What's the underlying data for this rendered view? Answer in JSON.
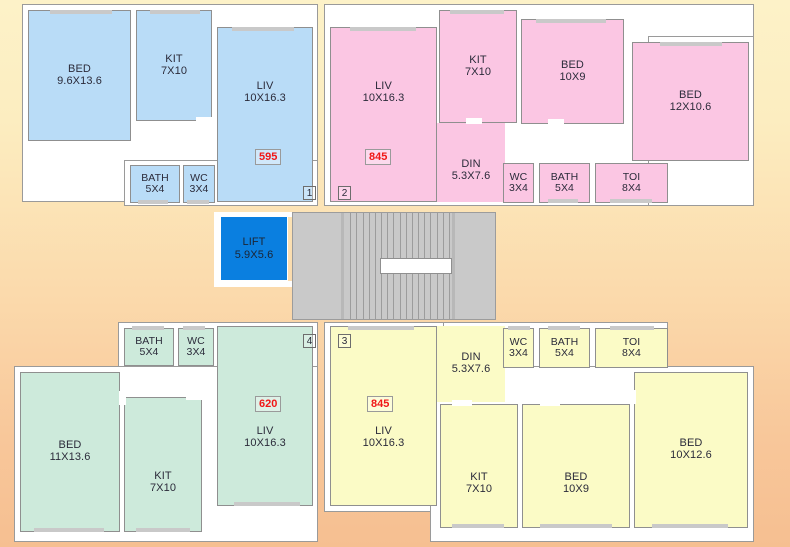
{
  "plan": {
    "title": "Typical Floor Plan",
    "background_top_color": "#fdf2c8",
    "background_bottom_color": "#f6bf91",
    "wall_color": "#ffffff",
    "wall_outline_color": "#8f8f8f",
    "area_label_color": "#f01818"
  },
  "units": [
    {
      "id": "1",
      "badge": "1",
      "area": "595",
      "fill_color": "#b9dcf7",
      "color_name": "light-blue",
      "rooms": [
        {
          "name": "BED",
          "dims": "9.6X13.6"
        },
        {
          "name": "KIT",
          "dims": "7X10"
        },
        {
          "name": "LIV",
          "dims": "10X16.3"
        },
        {
          "name": "BATH",
          "dims": "5X4"
        },
        {
          "name": "WC",
          "dims": "3X4"
        }
      ]
    },
    {
      "id": "2",
      "badge": "2",
      "area": "845",
      "fill_color": "#fbc6e3",
      "color_name": "pink",
      "rooms": [
        {
          "name": "LIV",
          "dims": "10X16.3"
        },
        {
          "name": "KIT",
          "dims": "7X10"
        },
        {
          "name": "BED",
          "dims": "10X9"
        },
        {
          "name": "BED",
          "dims": "12X10.6"
        },
        {
          "name": "DIN",
          "dims": "5.3X7.6"
        },
        {
          "name": "WC",
          "dims": "3X4"
        },
        {
          "name": "BATH",
          "dims": "5X4"
        },
        {
          "name": "TOI",
          "dims": "8X4"
        }
      ]
    },
    {
      "id": "3",
      "badge": "3",
      "area": "845",
      "fill_color": "#fbfbc6",
      "color_name": "pale-yellow",
      "rooms": [
        {
          "name": "LIV",
          "dims": "10X16.3"
        },
        {
          "name": "DIN",
          "dims": "5.3X7.6"
        },
        {
          "name": "WC",
          "dims": "3X4"
        },
        {
          "name": "BATH",
          "dims": "5X4"
        },
        {
          "name": "TOI",
          "dims": "8X4"
        },
        {
          "name": "KIT",
          "dims": "7X10"
        },
        {
          "name": "BED",
          "dims": "10X9"
        },
        {
          "name": "BED",
          "dims": "10X12.6"
        }
      ]
    },
    {
      "id": "4",
      "badge": "4",
      "area": "620",
      "fill_color": "#cdeadb",
      "color_name": "pale-green",
      "rooms": [
        {
          "name": "BATH",
          "dims": "5X4"
        },
        {
          "name": "WC",
          "dims": "3X4"
        },
        {
          "name": "LIV",
          "dims": "10X16.3"
        },
        {
          "name": "BED",
          "dims": "11X13.6"
        },
        {
          "name": "KIT",
          "dims": "7X10"
        }
      ]
    }
  ],
  "core": {
    "lift": {
      "name": "LIFT",
      "dims": "5.9X5.6",
      "fill_color": "#0a7fe0"
    },
    "stair": {
      "name": "staircase",
      "fill_color": "#c9c9c9",
      "tread_count": 17
    }
  },
  "labels": {
    "u1_bed": "BED\n9.6X13.6",
    "u1_kit": "KIT\n7X10",
    "u1_liv": "LIV\n10X16.3",
    "u1_bath": "BATH\n5X4",
    "u1_wc": "WC\n3X4",
    "u1_area": "595",
    "u1_num": "1",
    "u2_liv": "LIV\n10X16.3",
    "u2_kit": "KIT\n7X10",
    "u2_bed1": "BED\n10X9",
    "u2_bed2": "BED\n12X10.6",
    "u2_din": "DIN\n5.3X7.6",
    "u2_wc": "WC\n3X4",
    "u2_bath": "BATH\n5X4",
    "u2_toi": "TOI\n8X4",
    "u2_area": "845",
    "u2_num": "2",
    "u3_liv": "LIV\n10X16.3",
    "u3_din": "DIN\n5.3X7.6",
    "u3_wc": "WC\n3X4",
    "u3_bath": "BATH\n5X4",
    "u3_toi": "TOI\n8X4",
    "u3_kit": "KIT\n7X10",
    "u3_bed1": "BED\n10X9",
    "u3_bed2": "BED\n10X12.6",
    "u3_area": "845",
    "u3_num": "3",
    "u4_bath": "BATH\n5X4",
    "u4_wc": "WC\n3X4",
    "u4_liv": "LIV\n10X16.3",
    "u4_bed": "BED\n11X13.6",
    "u4_kit": "KIT\n7X10",
    "u4_area": "620",
    "u4_num": "4",
    "lift": "LIFT\n5.9X5.6"
  }
}
